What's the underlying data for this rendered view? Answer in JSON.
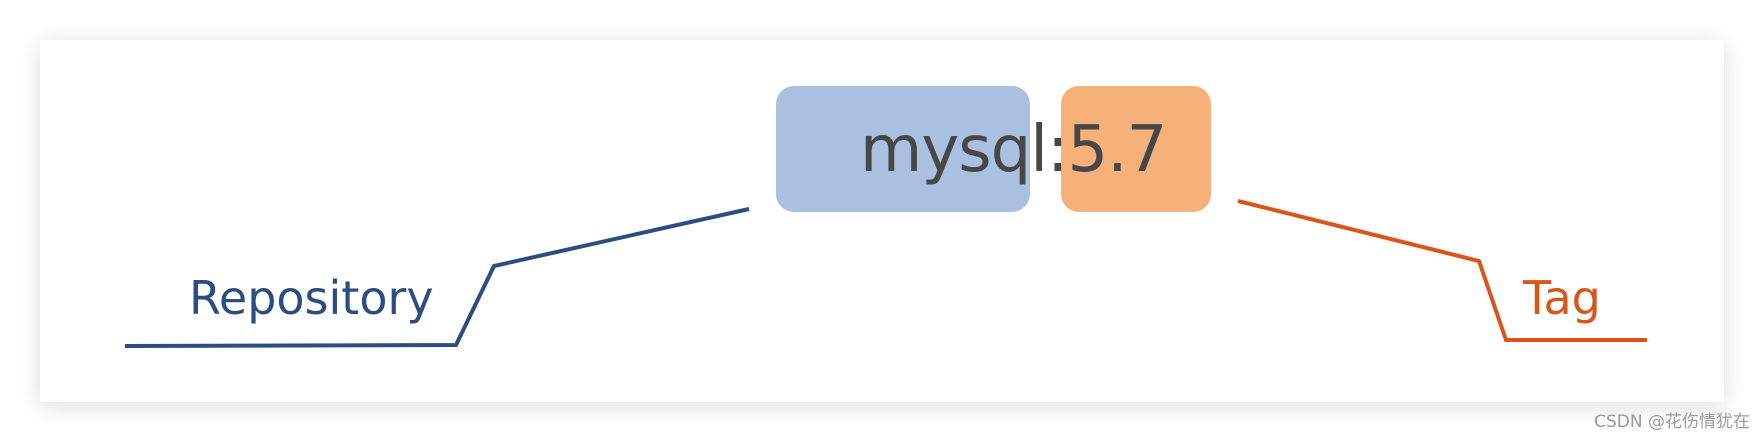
{
  "diagram": {
    "image_name": "mysql:5.7",
    "repository_label": "Repository",
    "tag_label": "Tag"
  },
  "colors": {
    "repository_box": "#aac0e0",
    "tag_box": "#f6b07a",
    "repository_line": "#2b4d7f",
    "tag_line": "#d8561a",
    "image_name_text": "#474747"
  },
  "watermark": "CSDN @花伤情犹在"
}
